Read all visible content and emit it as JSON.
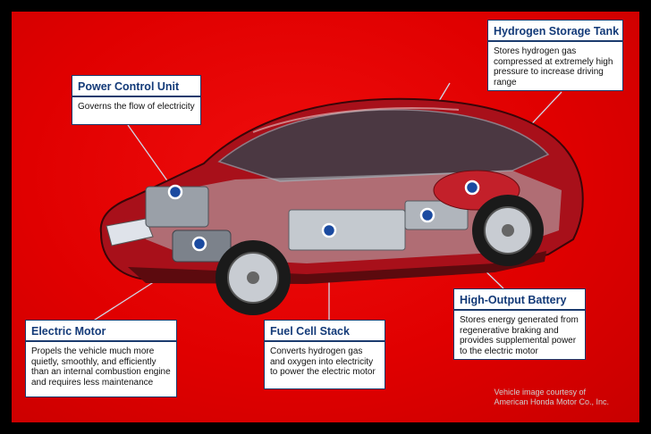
{
  "callouts": {
    "hydrogen_tank": {
      "title": "Hydrogen Storage Tank",
      "desc": "Stores hydrogen gas compressed at extremely high pressure to increase driving range"
    },
    "power_control": {
      "title": "Power Control Unit",
      "desc": "Governs the flow of electricity"
    },
    "electric_motor": {
      "title": "Electric Motor",
      "desc": "Propels the vehicle much more quietly, smoothly, and efficiently than an internal combustion engine and requires less maintenance"
    },
    "fuel_cell": {
      "title": "Fuel Cell Stack",
      "desc": "Converts hydrogen gas and oxygen into electricity to power the electric motor"
    },
    "battery": {
      "title": "High-Output Battery",
      "desc": "Stores energy generated from regenerative braking and provides supplemental power to the electric motor"
    }
  },
  "credit": {
    "line1": "Vehicle image courtesy of",
    "line2": "American Honda Motor Co., Inc."
  },
  "colors": {
    "background": "#e00000",
    "border": "#000000",
    "callout_title": "#133a78",
    "callout_rule": "#1b3b6e",
    "marker": "#1a4aa0"
  }
}
